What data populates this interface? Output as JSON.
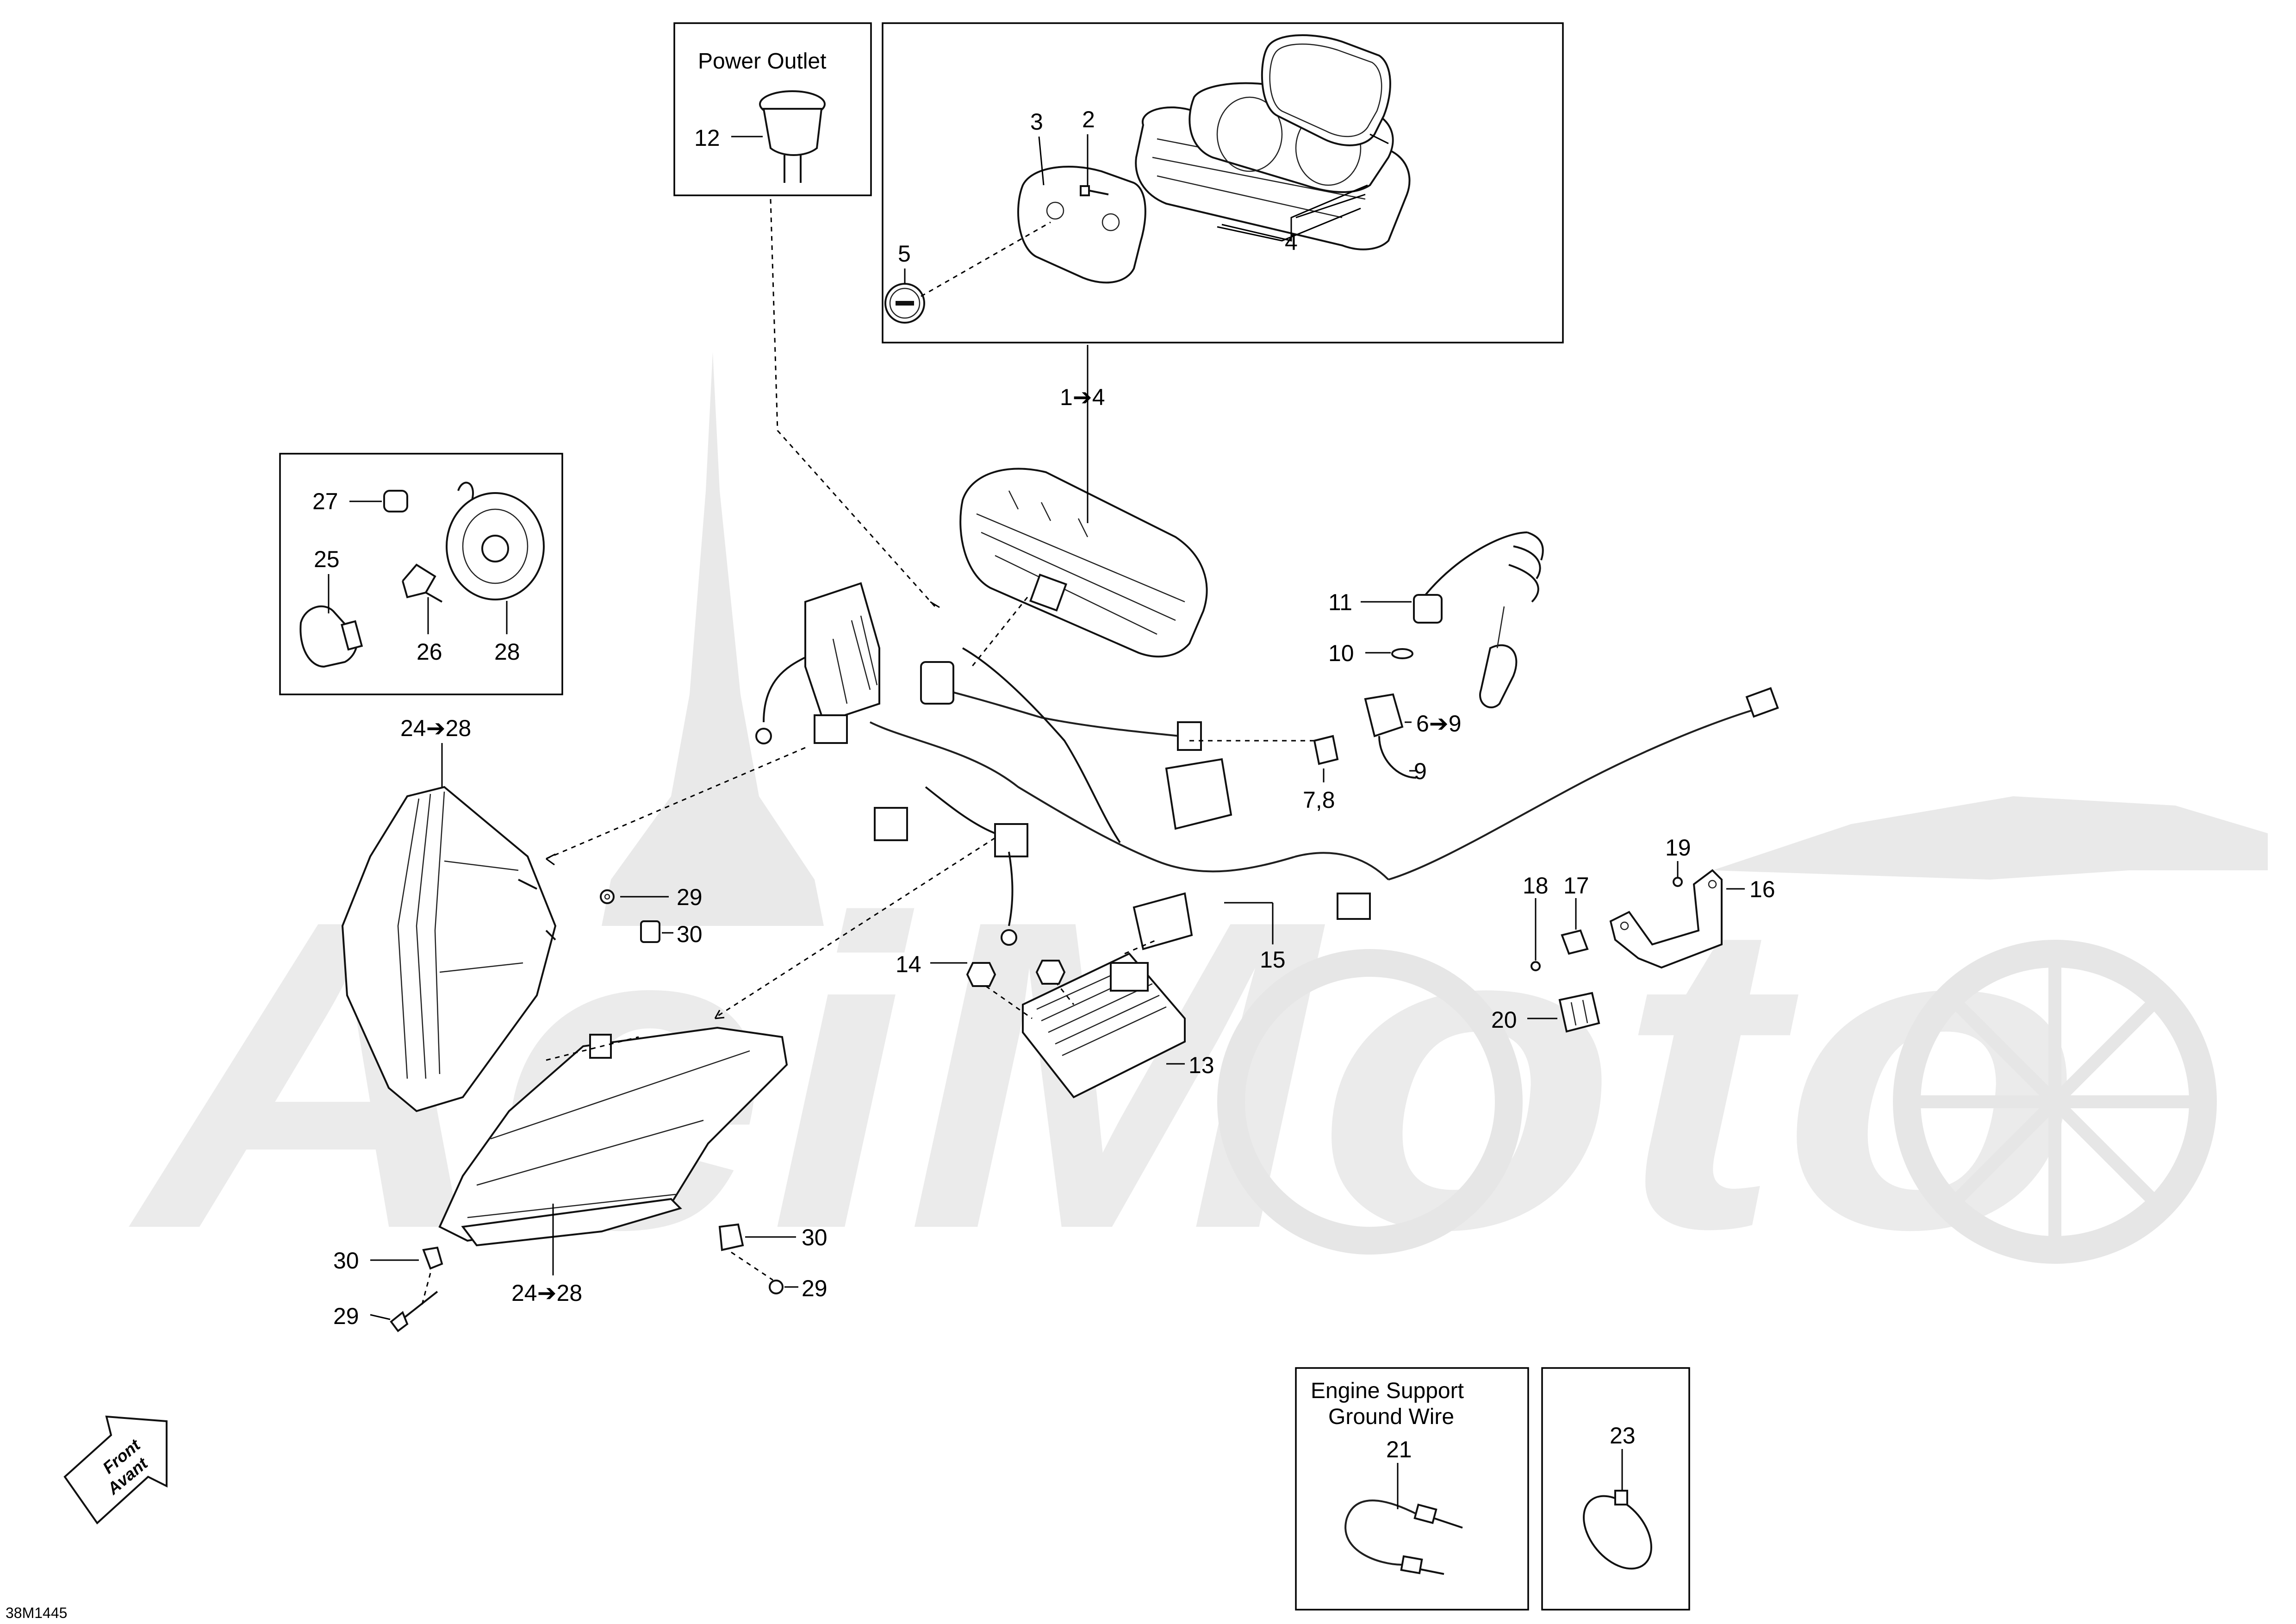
{
  "callouts": {
    "c1to4": "1➔4",
    "c2": "2",
    "c3": "3",
    "c4": "4",
    "c5": "5",
    "c6to9": "6➔9",
    "c7_8": "7,8",
    "c9": "9",
    "c10": "10",
    "c11": "11",
    "c12": "12",
    "c13": "13",
    "c14": "14",
    "c15": "15",
    "c16": "16",
    "c17": "17",
    "c18": "18",
    "c19": "19",
    "c20": "20",
    "c21": "21",
    "c23": "23",
    "c24to28": "24➔28",
    "c25": "25",
    "c26": "26",
    "c27": "27",
    "c28": "28",
    "c29": "29",
    "c30": "30"
  },
  "boxes": {
    "power_outlet_title": "Power Outlet",
    "engine_support_title_line1": "Engine Support",
    "engine_support_title_line2": "Ground Wire"
  },
  "front_arrow": {
    "line1": "Front",
    "line2": "Avant"
  },
  "drawing_code": "38M1445",
  "watermark_text": "AeiMoto",
  "icons": [
    "front-arrow-icon",
    "brp-logo-icon"
  ]
}
